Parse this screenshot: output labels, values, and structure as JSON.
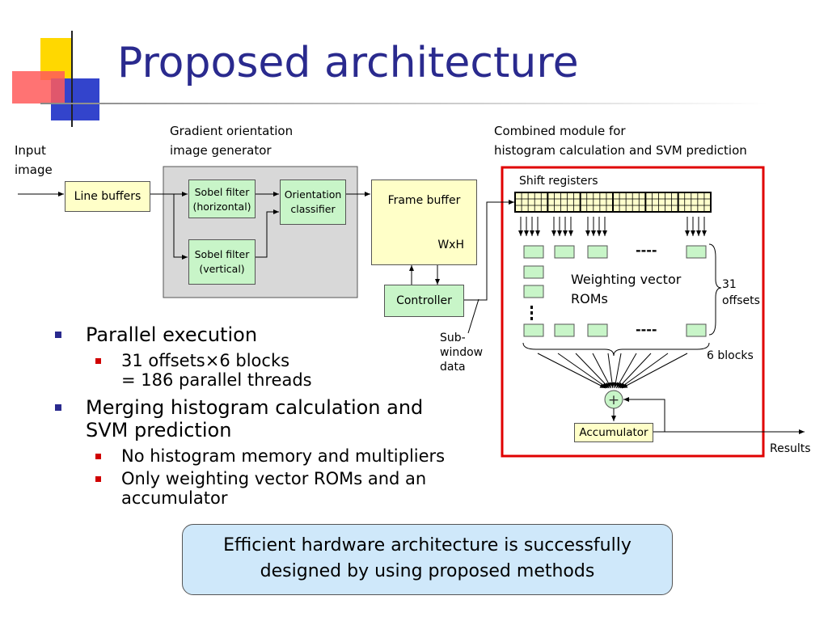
{
  "title": "Proposed architecture",
  "diagram": {
    "input_label": [
      "Input",
      "image"
    ],
    "gradient_title": [
      "Gradient orientation",
      "image generator"
    ],
    "combined_title": [
      "Combined module for",
      "histogram calculation and SVM prediction"
    ],
    "line_buffers": "Line buffers",
    "sobel_h": [
      "Sobel filter",
      "(horizontal)"
    ],
    "sobel_v": [
      "Sobel filter",
      "(vertical)"
    ],
    "orientation": [
      "Orientation",
      "classifier"
    ],
    "frame_buffer": "Frame buffer",
    "frame_size": "WxH",
    "controller": "Controller",
    "subwindow": [
      "Sub-",
      "window",
      "data"
    ],
    "shift_registers": "Shift registers",
    "weighting": [
      "Weighting vector",
      "ROMs"
    ],
    "offsets": [
      "31",
      "offsets"
    ],
    "blocks": "6 blocks",
    "dashes": "----",
    "accumulator": "Accumulator",
    "results": "Results",
    "highlight_color": "#e00000"
  },
  "bullets": [
    {
      "text": "Parallel execution",
      "sub": [
        [
          "31 offsets×6 blocks",
          "= 186 parallel threads"
        ]
      ]
    },
    {
      "text": [
        "Merging histogram calculation and",
        "SVM prediction"
      ],
      "sub": [
        [
          "No histogram memory and multipliers"
        ],
        [
          "Only weighting vector ROMs and an",
          "accumulator"
        ]
      ]
    }
  ],
  "callout": [
    "Efficient hardware architecture is successfully",
    "designed by using proposed methods"
  ]
}
